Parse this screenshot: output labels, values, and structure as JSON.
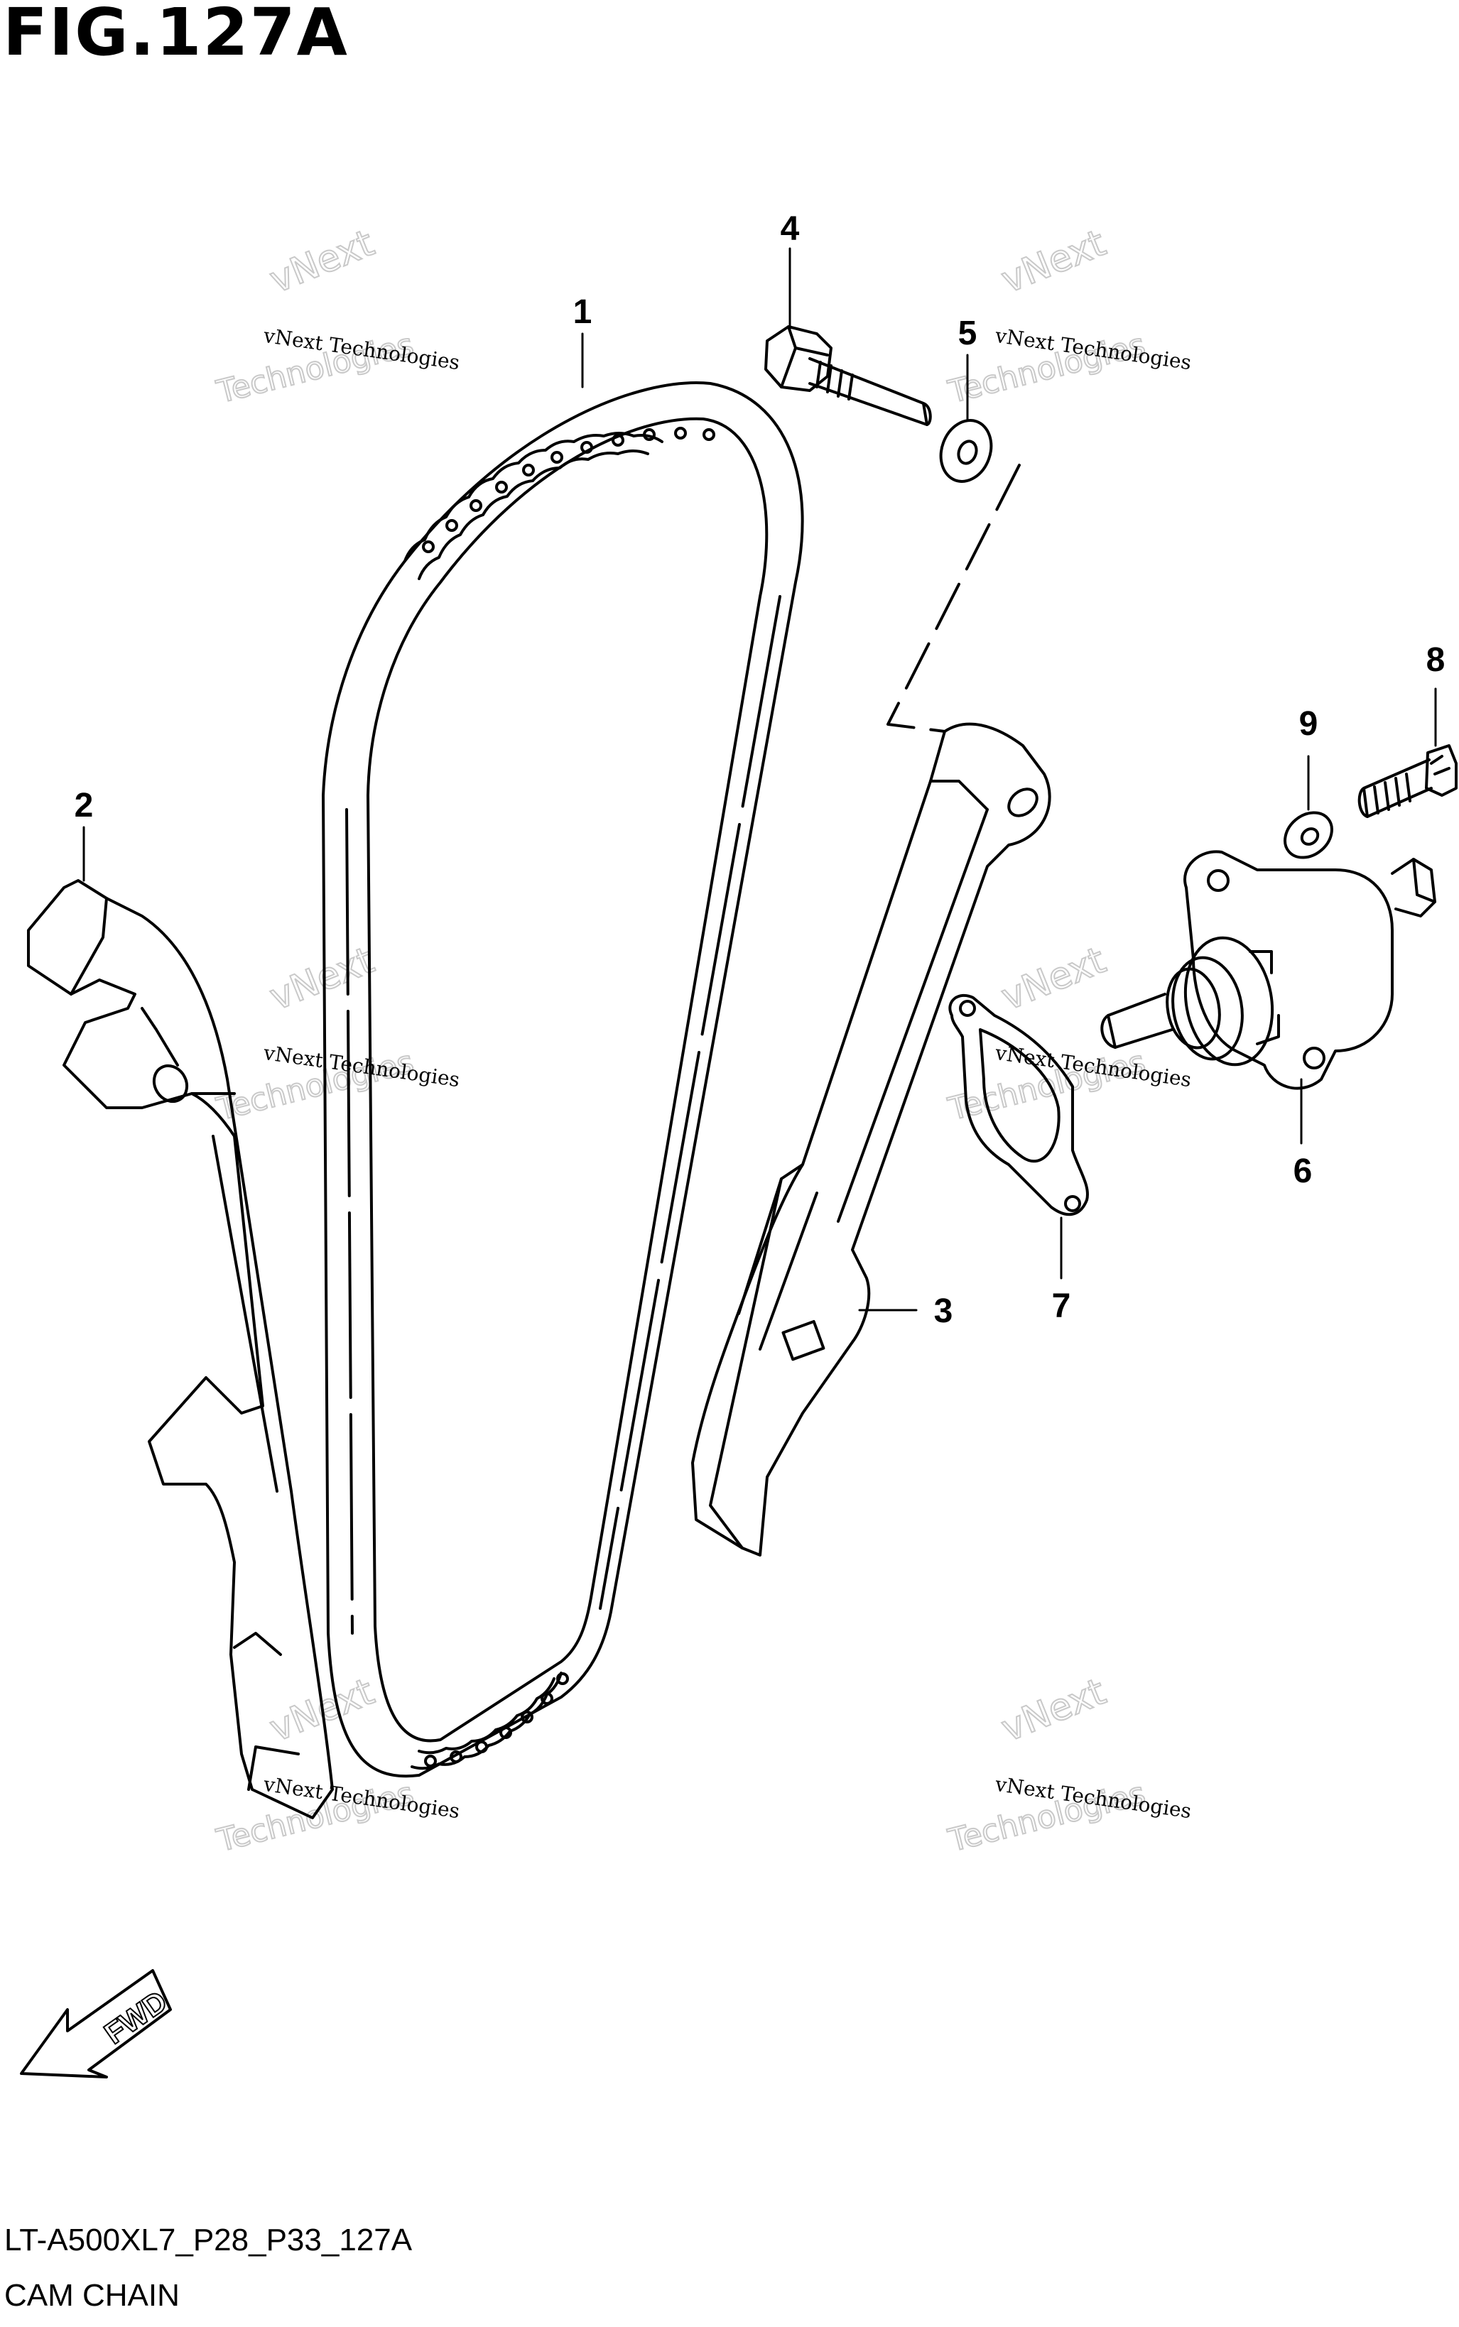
{
  "figure": {
    "title": "FIG.127A",
    "model_code": "LT-A500XL7_P28_P33_127A",
    "caption": "CAM CHAIN"
  },
  "callouts": [
    "1",
    "2",
    "3",
    "4",
    "5",
    "6",
    "7",
    "8",
    "9"
  ],
  "direction_arrow": "FWD",
  "watermark": {
    "small": "vNext Technologies",
    "big_top": "vNext",
    "big_bottom": "Technologies"
  }
}
